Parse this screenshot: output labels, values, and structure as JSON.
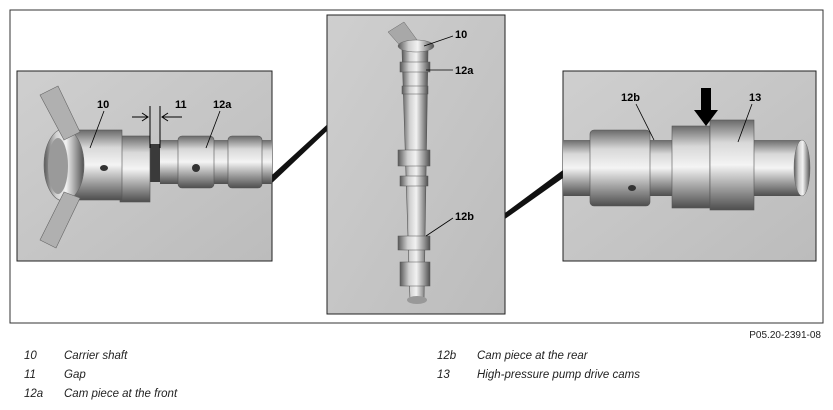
{
  "figure": {
    "reference_code": "P05.20-2391-08",
    "callouts": {
      "left": [
        "10",
        "11",
        "12a"
      ],
      "center": [
        "10",
        "12a",
        "12b"
      ],
      "right": [
        "12b",
        "13"
      ]
    }
  },
  "legend": [
    {
      "num": "10",
      "desc": "Carrier shaft"
    },
    {
      "num": "11",
      "desc": "Gap"
    },
    {
      "num": "12a",
      "desc": "Cam piece at the front"
    },
    {
      "num": "12b",
      "desc": "Cam piece at the rear"
    },
    {
      "num": "13",
      "desc": "High-pressure pump drive cams"
    }
  ]
}
